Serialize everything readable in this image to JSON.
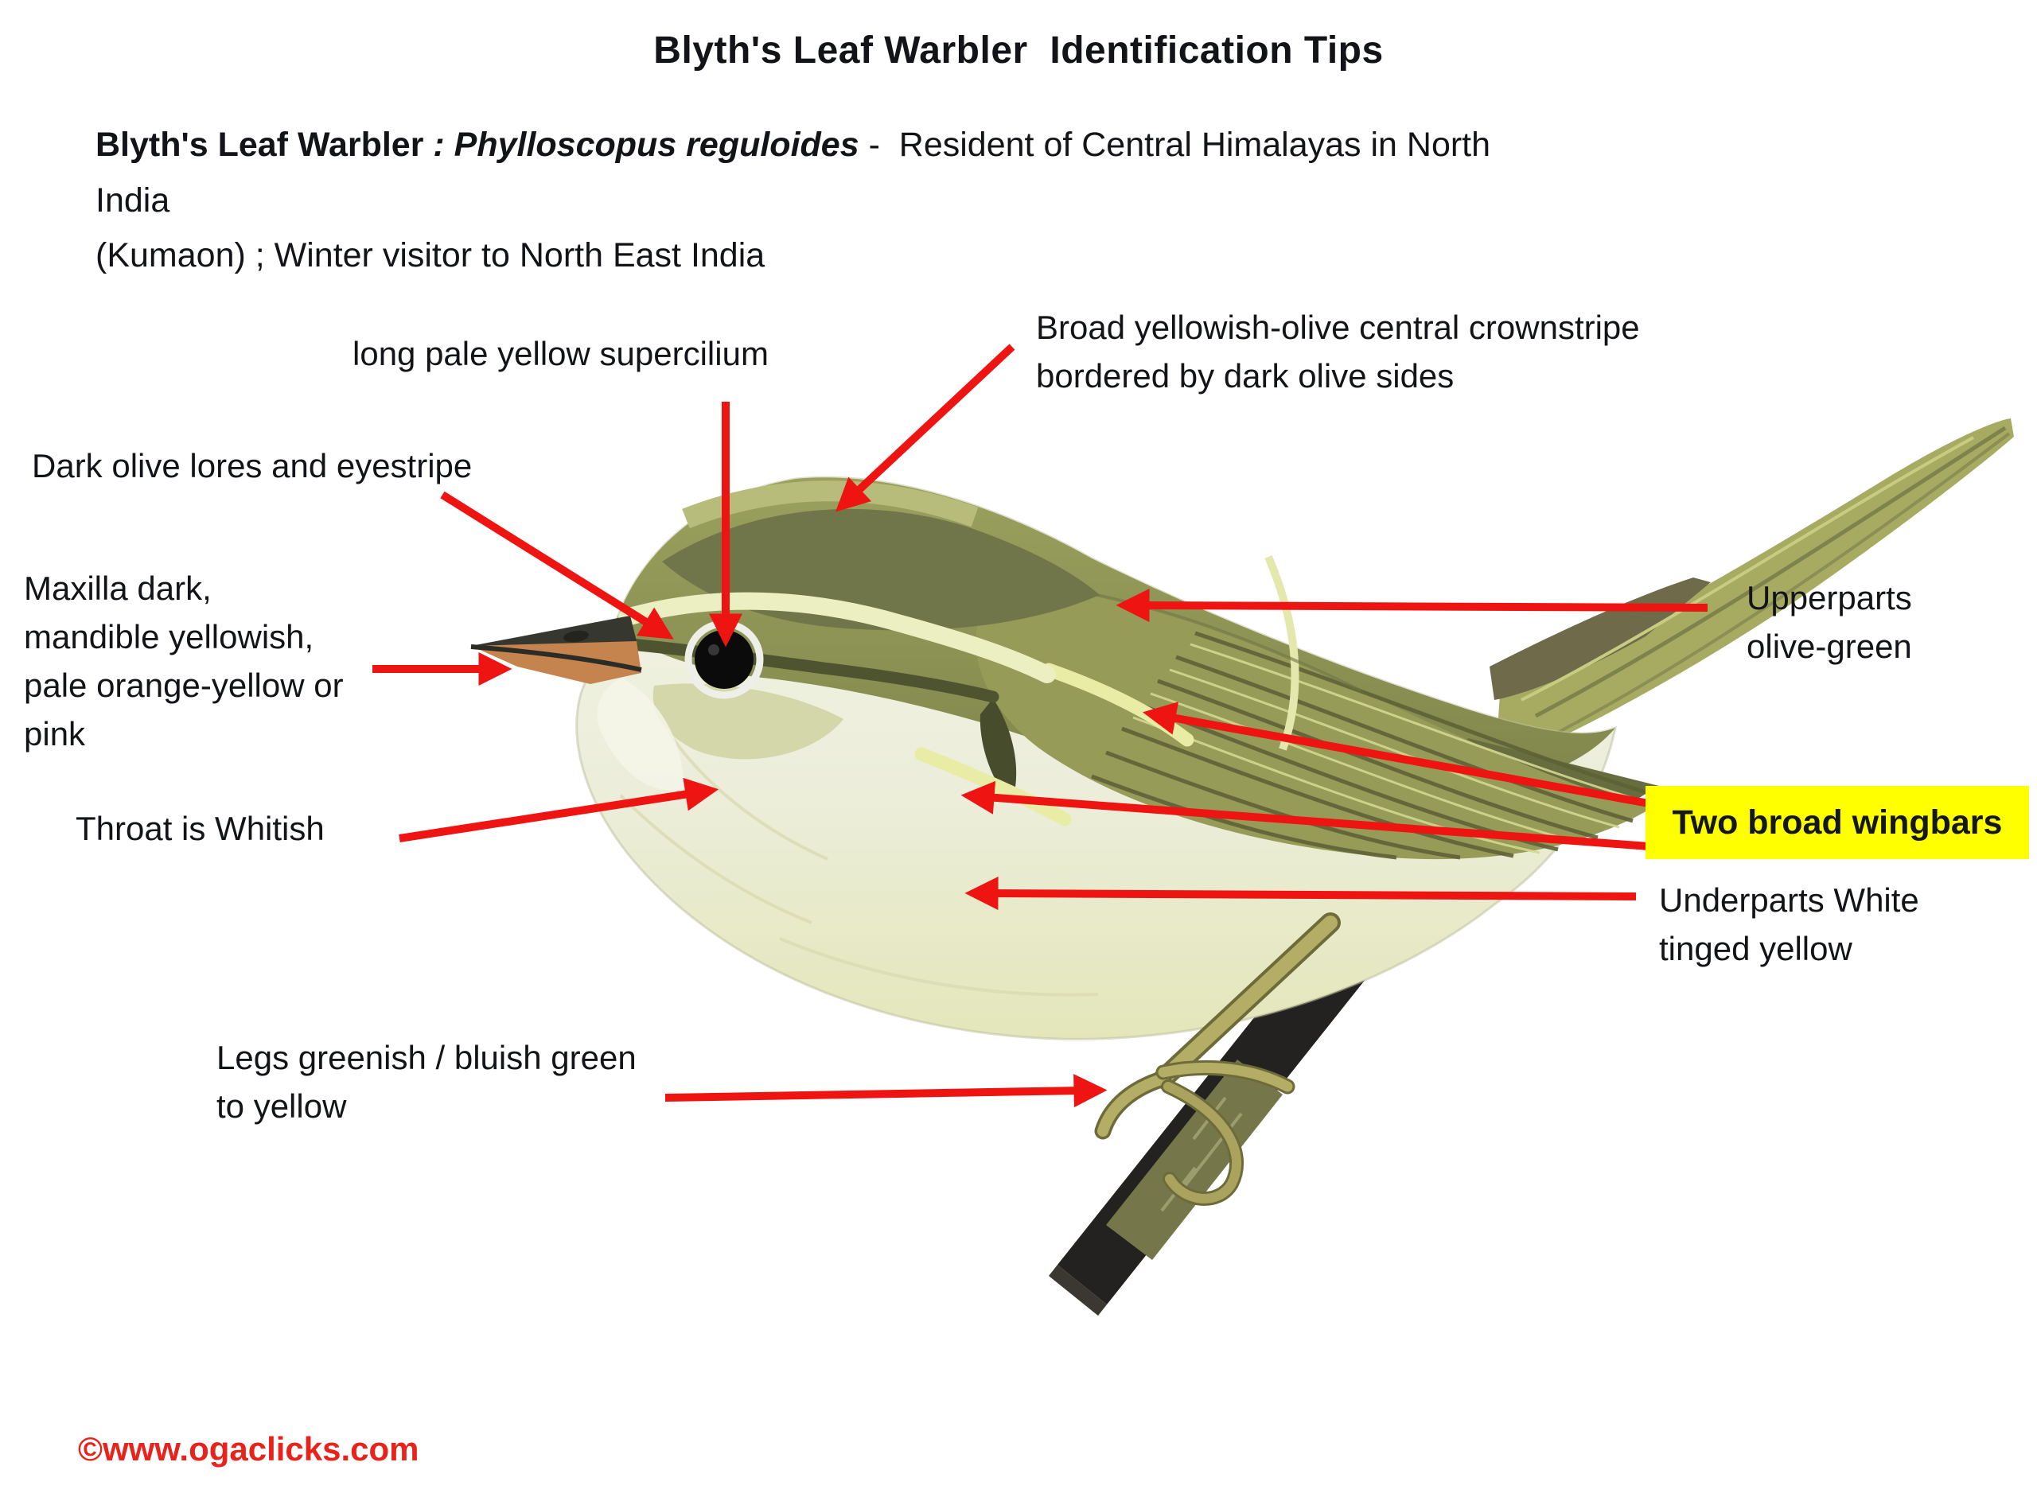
{
  "page": {
    "kind": "bird identification tips diagram",
    "background": "#ffffff"
  },
  "header": {
    "title": "Blyth's Leaf Warbler  Identification Tips"
  },
  "subtitle": {
    "name_bold": "Blyth's Leaf Warbler",
    "scientific_bold_italic": " : Phylloscopus reguloides",
    "rest": " -  Resident of Central Himalayas in North India",
    "line2": "(Kumaon) ; Winter visitor to North East India"
  },
  "annotations": {
    "supercilium": {
      "label": "long pale yellow supercilium"
    },
    "crownstripe": {
      "lines": [
        "Broad yellowish-olive central crownstripe",
        "bordered by dark olive sides"
      ]
    },
    "lores": {
      "label": "Dark olive lores and eyestripe"
    },
    "maxilla": {
      "lines": [
        "Maxilla dark,",
        "mandible yellowish,",
        "pale orange-yellow or",
        "pink"
      ]
    },
    "throat": {
      "label": "Throat is Whitish"
    },
    "upperparts": {
      "lines": [
        "Upperparts",
        "olive-green"
      ]
    },
    "wingbars": {
      "label": "Two broad wingbars",
      "highlight_color": "#ffff00"
    },
    "underparts": {
      "lines": [
        "Underparts White",
        "tinged yellow"
      ]
    },
    "legs": {
      "lines": [
        "Legs greenish / bluish green",
        "to yellow"
      ]
    }
  },
  "figure": {
    "subject": "Blyth's Leaf Warbler illustration, side view facing left, perched on a dark branch"
  },
  "footer": {
    "copyright": "©www.ogaclicks.com"
  },
  "colors": {
    "arrow_red": "#ee1411",
    "highlight_yellow": "#ffff00",
    "copyright_red": "#e8231c",
    "bird_olive_upperparts": "#99a05c",
    "bird_underparts": "#f0f0dc",
    "bird_mandible_orange": "#c5834d",
    "branch_dark": "#232220",
    "legs_olive_yellow": "#b3ad66"
  }
}
